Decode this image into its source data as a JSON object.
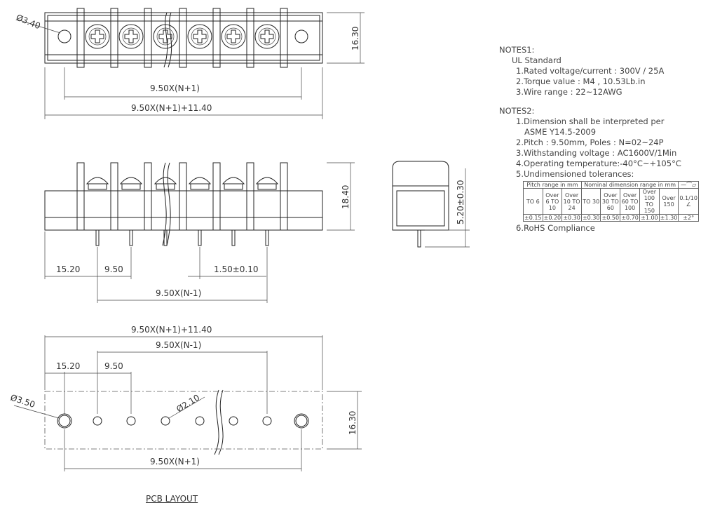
{
  "top_view": {
    "hole_dia": "Ø3.40",
    "height": "16.30",
    "pitch_n1": "9.50X(N+1)",
    "overall": "9.50X(N+1)+11.40"
  },
  "front_view": {
    "height": "18.40",
    "offset": "15.20",
    "pitch": "9.50",
    "pin": "1.50±0.10",
    "span": "9.50X(N-1)"
  },
  "side_view": {
    "pin_len": "5.20±0.30"
  },
  "pcb_layout": {
    "overall": "9.50X(N+1)+11.40",
    "span": "9.50X(N-1)",
    "offset": "15.20",
    "pitch": "9.50",
    "mount_hole": "Ø3.50",
    "pin_hole": "Ø2.10",
    "height": "16.30",
    "pitch_n1": "9.50X(N+1)",
    "title": "PCB LAYOUT"
  },
  "notes": {
    "notes1_title": "NOTES1:",
    "ul": "UL Standard",
    "n1_1": "1.Rated voltage/current : 300V / 25A",
    "n1_2": "2.Torque value : M4 , 10.53Lb.in",
    "n1_3": "3.Wire range : 22~12AWG",
    "notes2_title": "NOTES2:",
    "n2_1a": "1.Dimension shall be interpreted per",
    "n2_1b": "ASME Y14.5-2009",
    "n2_2": "2.Pitch : 9.50mm, Poles : N=02~24P",
    "n2_3": "3.Withstanding voltage : AC1600V/1Min",
    "n2_4": "4.Operating temperature:-40°C~+105°C",
    "n2_5": "5.Undimensioned tolerances:",
    "n2_6": "6.RoHS Compliance"
  },
  "tolerance_table": {
    "pitch_header": "Pitch range in mm",
    "nominal_header": "Nominal dimension range in mm",
    "sym1": "—",
    "sym2": "⌒",
    "sym3": "▱",
    "cols": [
      "TO 6",
      "Over 6 TO 10",
      "Over 10 TO 24",
      "TO 30",
      "Over 30 TO 60",
      "Over 60 TO 100",
      "Over 100 TO 150",
      "Over 150"
    ],
    "vals": [
      "±0.15",
      "±0.20",
      "±0.30",
      "±0.30",
      "±0.50",
      "±0.70",
      "±1.00",
      "±1.30"
    ],
    "flat": "0.1/10",
    "angle_sym": "∠",
    "angle": "±2°"
  }
}
